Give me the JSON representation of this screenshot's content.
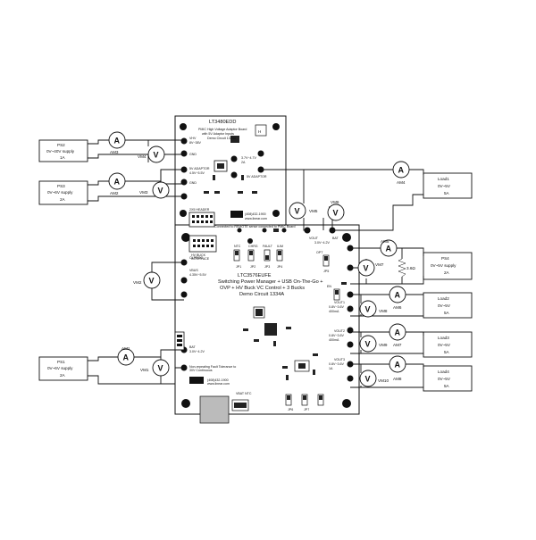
{
  "adapter_board": {
    "part": "LT3480EDD",
    "title_lines": [
      "PMIC High Voltage Adaptor Board",
      "with 5V Adaptor Inputs",
      "Demo Circuit 1344A"
    ],
    "labels": {
      "vhv": "VHV",
      "vhv_range": "8V~38V",
      "hv_adaptor_out": "5V ADAPTOR",
      "adaptor_range": "4.5V~5.5V",
      "out_v": "3.7V~4.7V",
      "out_i": "2A",
      "gnd": "GND",
      "adaptor_in": "5V ADAPTOR",
      "header": "2X5 HEADER",
      "to_remote": "Connected to REMOTE sense connected to PMIC Board"
    }
  },
  "main_board": {
    "title_lines": [
      "LTC3576EUFE",
      "Switching Power Manager + USB On-The-Go +",
      "OVP + HV Buck VC Control + 3 Bucks",
      "Demo Circuit 1334A"
    ],
    "labels": {
      "hv_buck": "HV BUCK",
      "interface": "INTERFACE",
      "clprog": "CLPROG",
      "vbus": "VBUS",
      "vbus_range": "4.35V~5.5V",
      "vout": "VOUT",
      "vbat": "BAT",
      "vbat_range": "3.0V~4.2V",
      "vout1": "VOUT1",
      "vout2": "VOUT2",
      "vout3": "VOUT3",
      "vout_range": "0.8V~3.6V",
      "out_i": "400mA",
      "out_i2": "1A",
      "ntc": "NTC",
      "chrg": "CHRG",
      "fault": "FAULT",
      "ilim": "ILIM",
      "en": "EN",
      "opt": "OPT",
      "jp1": "JP1",
      "jp2": "JP2",
      "jp3": "JP3",
      "jp4": "JP4",
      "jp5": "JP5",
      "jp6": "JP6",
      "jp7": "JP7",
      "fault_note1": "Non-repeating Fault Tolerance to",
      "fault_note2": "30V Continuous",
      "vbat_ntc": "VBAT NTC",
      "usb_label": "USB",
      "phone": "(408)432-1900",
      "web": "www.linear.com"
    }
  },
  "supplies": {
    "ps2": {
      "name": "PS2",
      "range": "0V~40V supply",
      "current": "1A"
    },
    "ps3": {
      "name": "PS3",
      "range": "0V~6V supply",
      "current": "2A"
    },
    "ps1": {
      "name": "PS1",
      "range": "0V~6V supply",
      "current": "2A"
    },
    "ps4": {
      "name": "PS4",
      "range": "0V~5V supply",
      "current": "2A"
    }
  },
  "loads": {
    "load1": {
      "name": "Load1",
      "range": "0V~5V",
      "current": "5A"
    },
    "load2": {
      "name": "Load2",
      "range": "0V~5V",
      "current": "5A"
    },
    "load3": {
      "name": "Load3",
      "range": "0V~5V",
      "current": "5A"
    },
    "load4": {
      "name": "Load4",
      "range": "0V~5V",
      "current": "5A"
    }
  },
  "meters": {
    "am1": "AM1",
    "am2": "AM2",
    "am3": "AM3",
    "am4": "AM4",
    "am5": "AM5",
    "am6": "AM6",
    "am7": "AM7",
    "am8": "AM8",
    "vm1": "VM1",
    "vm2": "VM2",
    "vm3": "VM3",
    "vm4": "VM4",
    "vm5": "VM5",
    "vm6": "VM6",
    "vm7": "VM7",
    "vm8": "VM8",
    "vm9": "VM9",
    "vm10": "VM10",
    "ammeter_symbol": "A",
    "voltmeter_symbol": "V"
  },
  "resistor": {
    "value": "3.6Ω"
  }
}
